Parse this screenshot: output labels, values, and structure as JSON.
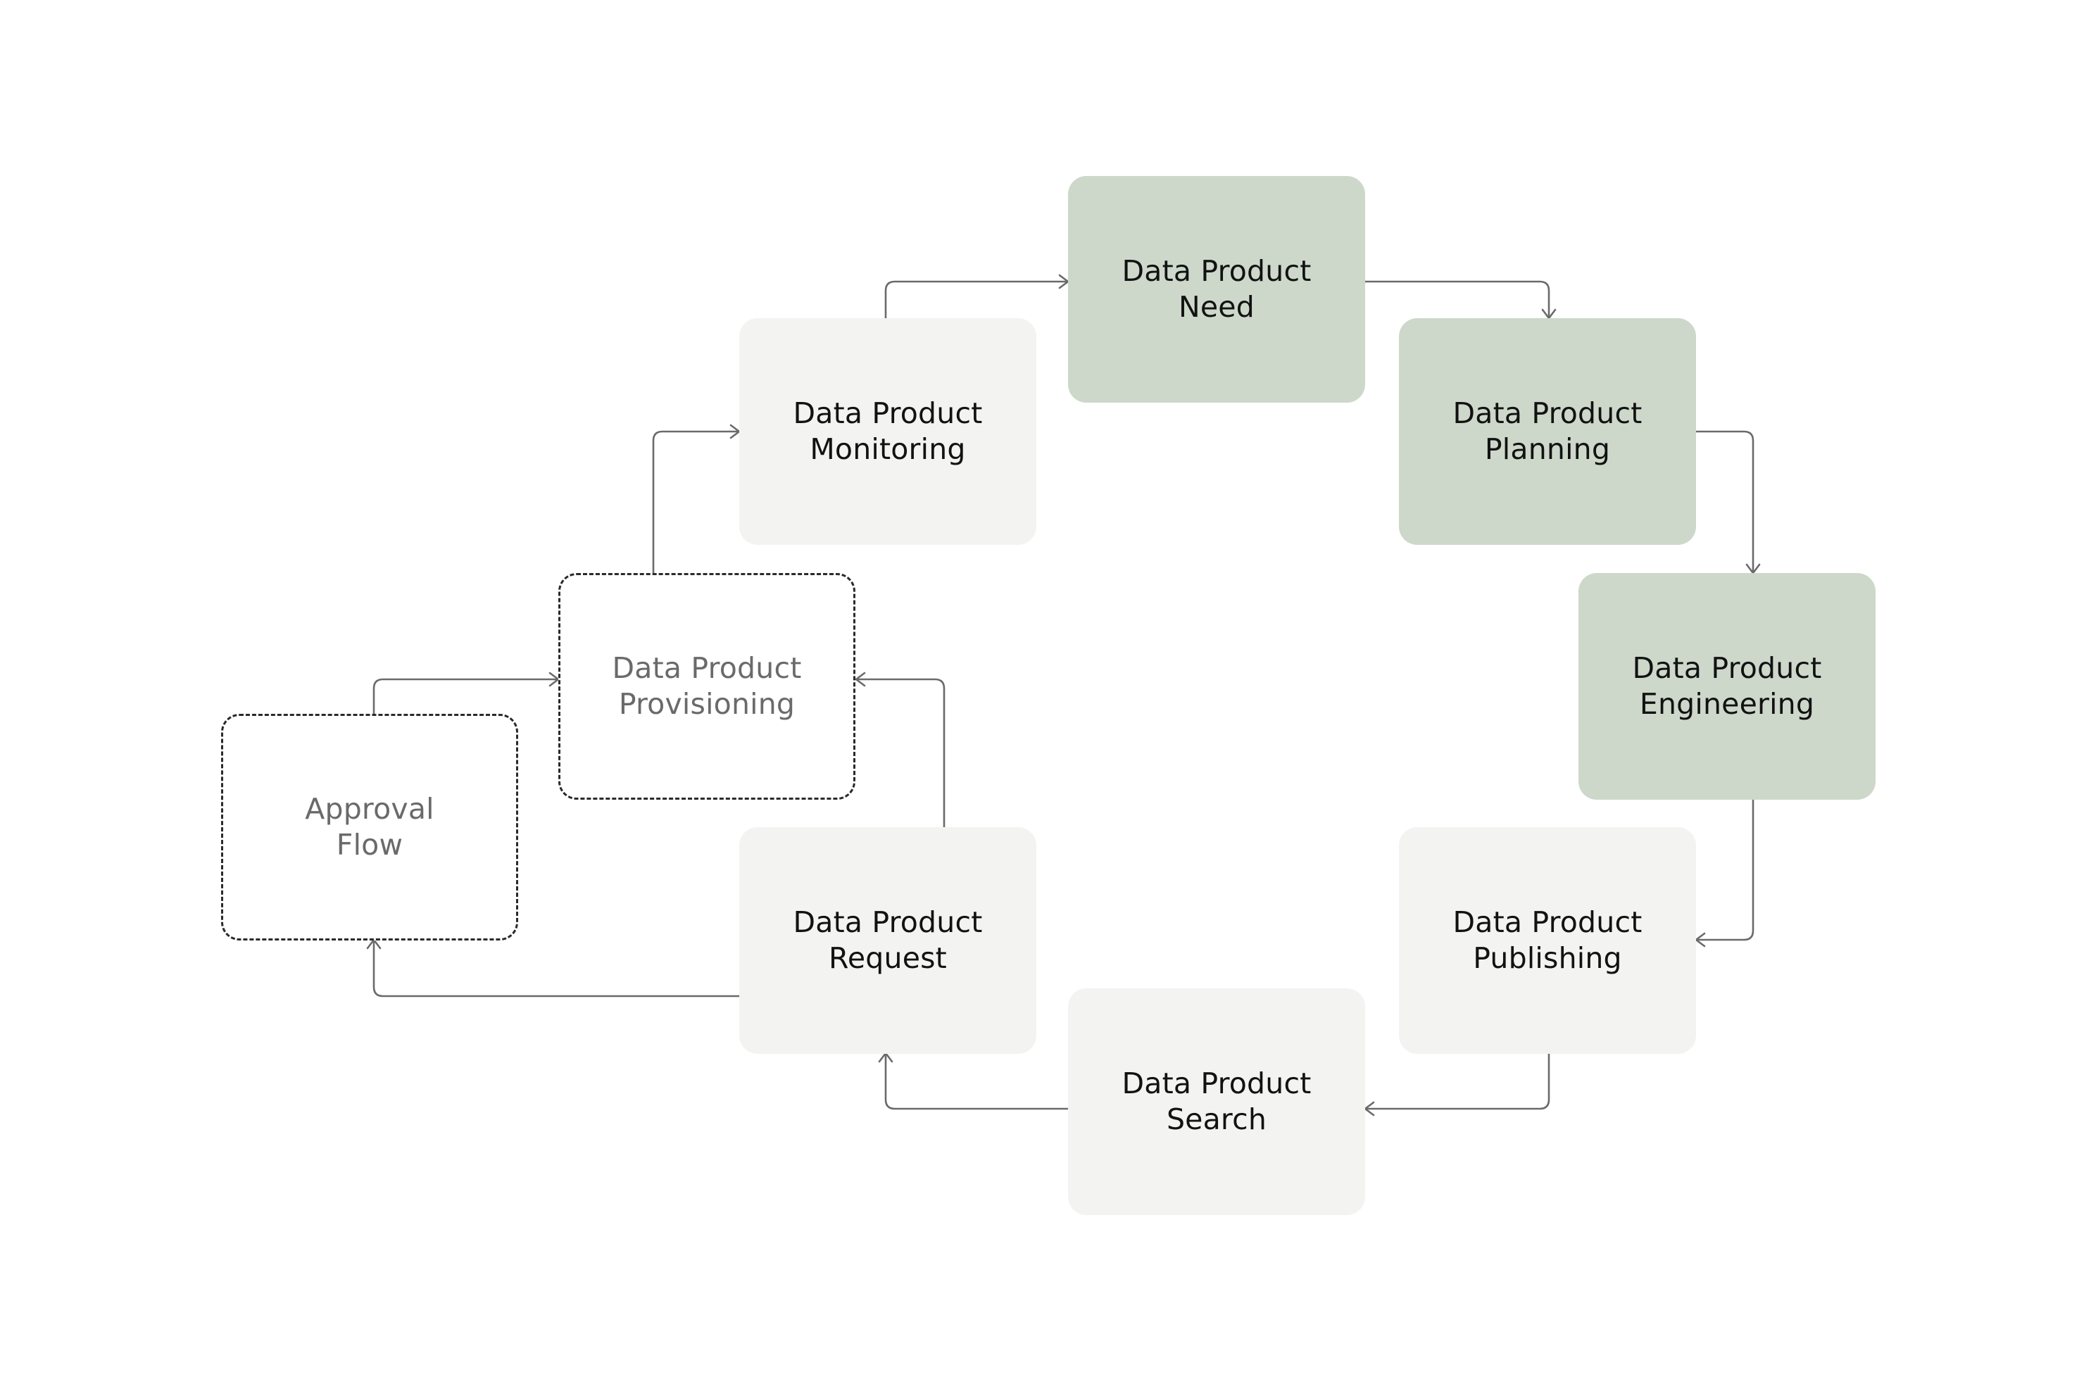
{
  "diagram": {
    "nodes": {
      "need": {
        "line1": "Data Product",
        "line2": "Need",
        "style": "green"
      },
      "planning": {
        "line1": "Data Product",
        "line2": "Planning",
        "style": "green"
      },
      "engineering": {
        "line1": "Data Product",
        "line2": "Engineering",
        "style": "green"
      },
      "publishing": {
        "line1": "Data Product",
        "line2": "Publishing",
        "style": "light"
      },
      "search": {
        "line1": "Data Product",
        "line2": "Search",
        "style": "light"
      },
      "request": {
        "line1": "Data Product",
        "line2": "Request",
        "style": "light"
      },
      "approval": {
        "line1": "Approval",
        "line2": "Flow",
        "style": "dashed"
      },
      "provisioning": {
        "line1": "Data Product",
        "line2": "Provisioning",
        "style": "dashed"
      },
      "monitoring": {
        "line1": "Data Product",
        "line2": "Monitoring",
        "style": "light"
      }
    },
    "edges": [
      {
        "from": "need",
        "to": "planning"
      },
      {
        "from": "planning",
        "to": "engineering"
      },
      {
        "from": "engineering",
        "to": "publishing"
      },
      {
        "from": "publishing",
        "to": "search"
      },
      {
        "from": "search",
        "to": "request"
      },
      {
        "from": "request",
        "to": "approval"
      },
      {
        "from": "request",
        "to": "provisioning"
      },
      {
        "from": "approval",
        "to": "provisioning"
      },
      {
        "from": "provisioning",
        "to": "monitoring"
      },
      {
        "from": "monitoring",
        "to": "need"
      }
    ],
    "colors": {
      "green_fill": "#cdd8cb",
      "light_fill": "#f3f3f1",
      "dashed_border": "#2a2a2a",
      "connector": "#6a6a6a",
      "text": "#121212",
      "muted_text": "#6a6a6a"
    }
  }
}
